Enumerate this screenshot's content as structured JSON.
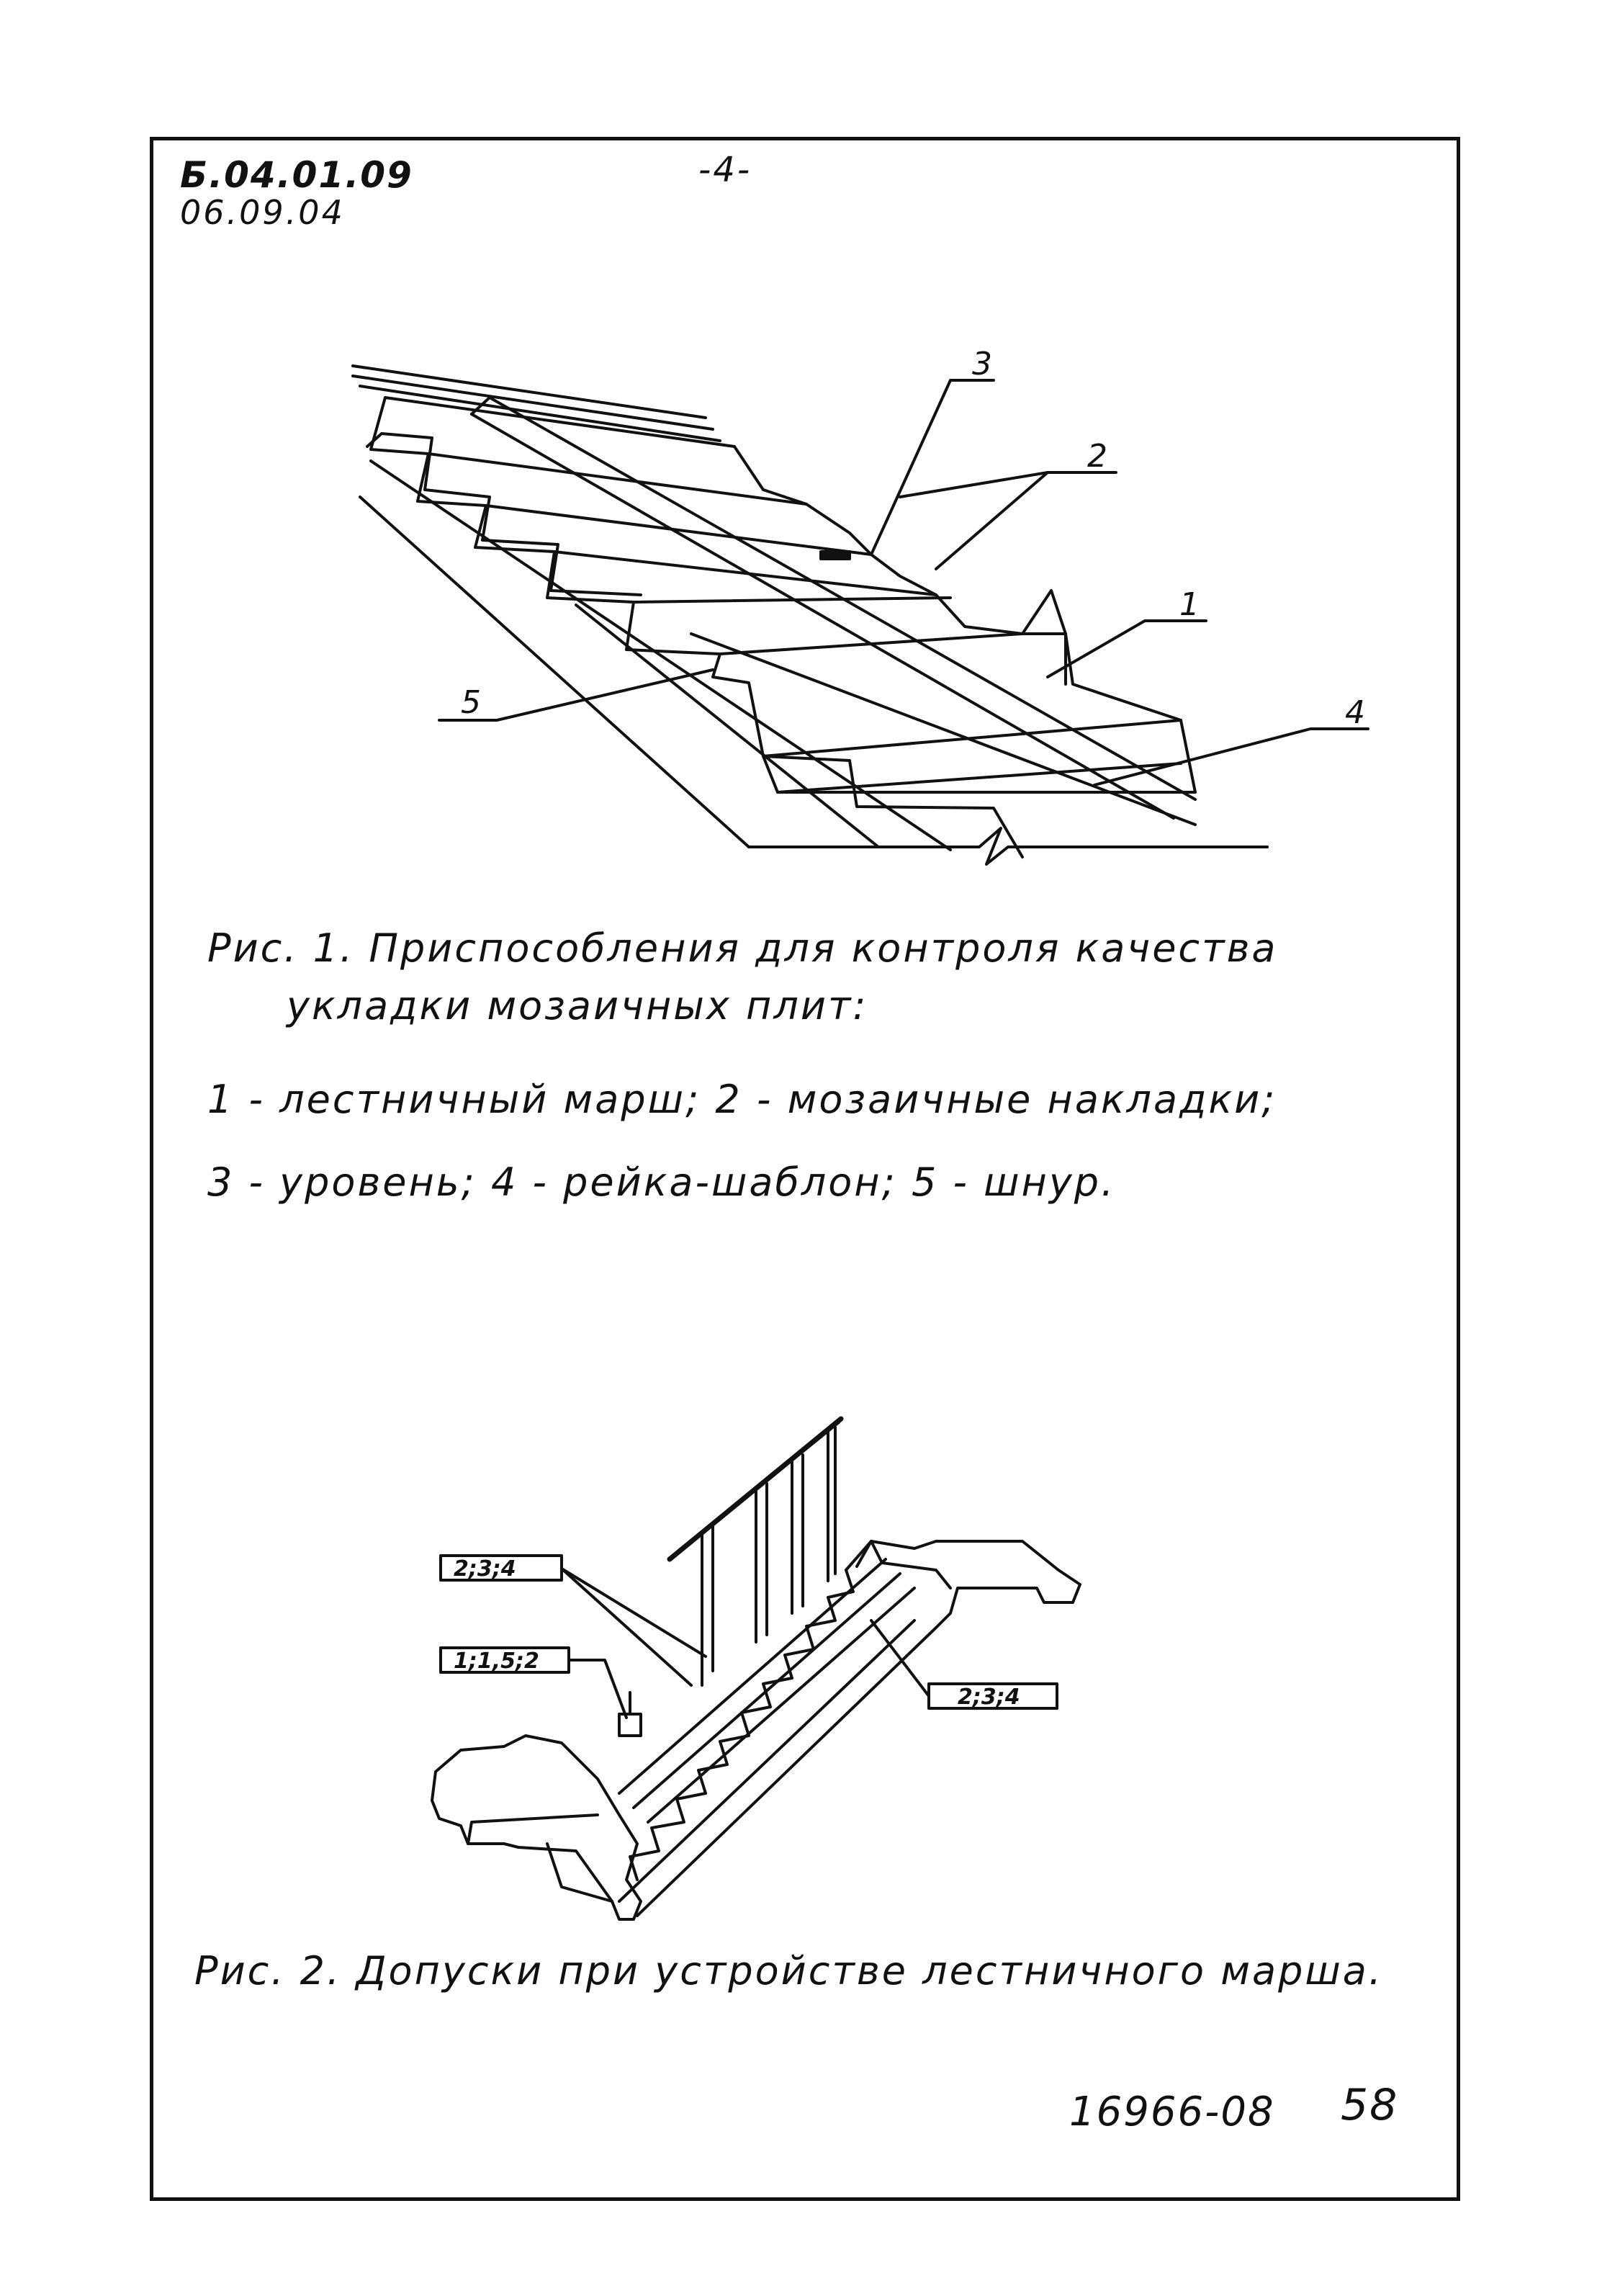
{
  "header": {
    "code": "Б.04.01.09",
    "date": "06.09.04",
    "page_number": "-4-"
  },
  "figure1": {
    "callouts": [
      "1",
      "2",
      "3",
      "4",
      "5"
    ],
    "caption_line1": "Рис. 1. Приспособления для контроля качества",
    "caption_line2": "укладки мозаичных плит:",
    "legend_line1": "1 - лестничный марш;    2 - мозаичные накладки;",
    "legend_line2": "3 - уровень;  4 - рейка-шаблон;   5 - шнур."
  },
  "figure2": {
    "tags": [
      "2;3;4",
      "1;1,5;2",
      "2;3;4"
    ],
    "caption": "Рис. 2. Допуски при устройстве лестничного марша."
  },
  "footer": {
    "doc_number": "16966-08",
    "sheet": "58"
  }
}
